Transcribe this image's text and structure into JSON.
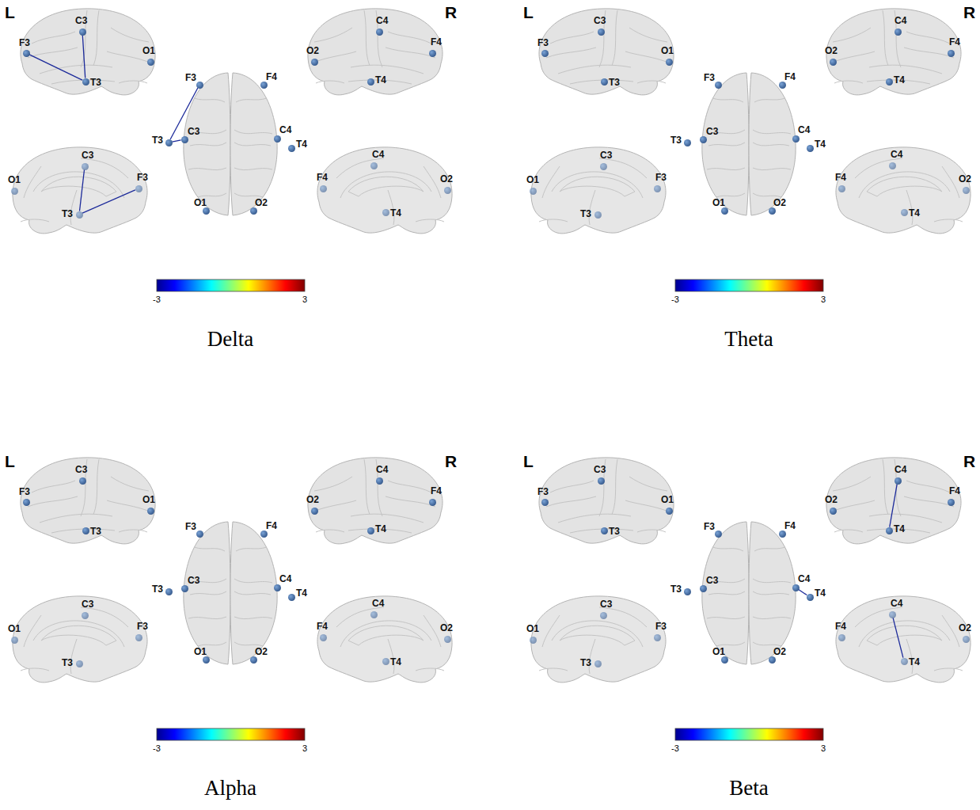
{
  "diagram": {
    "nodes": [
      {
        "text": [
          "F3"
        ]
      },
      {
        "text": [
          "C3"
        ]
      },
      {
        "text": [
          "T3"
        ]
      },
      {
        "text": [
          "O1"
        ]
      },
      {
        "text": [
          "F3"
        ]
      },
      {
        "text": [
          "F4"
        ]
      },
      {
        "text": [
          "T3"
        ]
      },
      {
        "text": [
          "C3"
        ]
      },
      {
        "text": [
          "C4"
        ]
      },
      {
        "text": [
          "T4"
        ]
      },
      {
        "text": [
          "O1"
        ]
      },
      {
        "text": [
          "O2"
        ]
      },
      {
        "text": [
          "C4"
        ]
      },
      {
        "text": [
          "O2"
        ]
      },
      {
        "text": [
          "F4"
        ]
      },
      {
        "text": [
          "T4"
        ]
      },
      {
        "text": [
          "C3"
        ]
      },
      {
        "text": [
          "O1"
        ]
      },
      {
        "text": [
          "F3"
        ]
      },
      {
        "text": [
          "T3"
        ]
      },
      {
        "text": [
          "C4"
        ]
      },
      {
        "text": [
          "F4"
        ]
      },
      {
        "text": [
          "O2"
        ]
      },
      {
        "text": [
          "T4"
        ]
      },
      {
        "text": [
          "F3"
        ]
      },
      {
        "text": [
          "C3"
        ]
      },
      {
        "text": [
          "T3"
        ]
      },
      {
        "text": [
          "O1"
        ]
      },
      {
        "text": [
          "F3"
        ]
      },
      {
        "text": [
          "F4"
        ]
      },
      {
        "text": [
          "T3"
        ]
      },
      {
        "text": [
          "C3"
        ]
      },
      {
        "text": [
          "C4"
        ]
      },
      {
        "text": [
          "T4"
        ]
      },
      {
        "text": [
          "O1"
        ]
      },
      {
        "text": [
          "O2"
        ]
      },
      {
        "text": [
          "C4"
        ]
      },
      {
        "text": [
          "O2"
        ]
      },
      {
        "text": [
          "F4"
        ]
      },
      {
        "text": [
          "T4"
        ]
      },
      {
        "text": [
          "C3"
        ]
      },
      {
        "text": [
          "O1"
        ]
      },
      {
        "text": [
          "F3"
        ]
      },
      {
        "text": [
          "T3"
        ]
      },
      {
        "text": [
          "C4"
        ]
      },
      {
        "text": [
          "F4"
        ]
      },
      {
        "text": [
          "O2"
        ]
      },
      {
        "text": [
          "T4"
        ]
      },
      {
        "text": [
          "F3"
        ]
      },
      {
        "text": [
          "C3"
        ]
      },
      {
        "text": [
          "T3"
        ]
      },
      {
        "text": [
          "O1"
        ]
      },
      {
        "text": [
          "F3"
        ]
      },
      {
        "text": [
          "F4"
        ]
      },
      {
        "text": [
          "T3"
        ]
      },
      {
        "text": [
          "C3"
        ]
      },
      {
        "text": [
          "C4"
        ]
      },
      {
        "text": [
          "T4"
        ]
      },
      {
        "text": [
          "O1"
        ]
      },
      {
        "text": [
          "O2"
        ]
      },
      {
        "text": [
          "C4"
        ]
      },
      {
        "text": [
          "O2"
        ]
      },
      {
        "text": [
          "F4"
        ]
      },
      {
        "text": [
          "T4"
        ]
      },
      {
        "text": [
          "C3"
        ]
      },
      {
        "text": [
          "O1"
        ]
      },
      {
        "text": [
          "F3"
        ]
      },
      {
        "text": [
          "T3"
        ]
      },
      {
        "text": [
          "C4"
        ]
      },
      {
        "text": [
          "F4"
        ]
      },
      {
        "text": [
          "O2"
        ]
      },
      {
        "text": [
          "T4"
        ]
      },
      {
        "text": [
          "F3"
        ]
      },
      {
        "text": [
          "C3"
        ]
      },
      {
        "text": [
          "T3"
        ]
      },
      {
        "text": [
          "O1"
        ]
      },
      {
        "text": [
          "F3"
        ]
      },
      {
        "text": [
          "F4"
        ]
      },
      {
        "text": [
          "T3"
        ]
      },
      {
        "text": [
          "C3"
        ]
      },
      {
        "text": [
          "C4"
        ]
      },
      {
        "text": [
          "T4"
        ]
      },
      {
        "text": [
          "O1"
        ]
      },
      {
        "text": [
          "O2"
        ]
      },
      {
        "text": [
          "C4"
        ]
      },
      {
        "text": [
          "O2"
        ]
      },
      {
        "text": [
          "F4"
        ]
      },
      {
        "text": [
          "T4"
        ]
      },
      {
        "text": [
          "C3"
        ]
      },
      {
        "text": [
          "O1"
        ]
      },
      {
        "text": [
          "F3"
        ]
      },
      {
        "text": [
          "T3"
        ]
      },
      {
        "text": [
          "C4"
        ]
      },
      {
        "text": [
          "F4"
        ]
      },
      {
        "text": [
          "O2"
        ]
      },
      {
        "text": [
          "T4"
        ]
      }
    ],
    "edges": [
      {
        "from": 0,
        "to": 2,
        "arrow": "none"
      },
      {
        "from": 1,
        "to": 2,
        "arrow": "none"
      },
      {
        "from": 4,
        "to": 6,
        "arrow": "none"
      },
      {
        "from": 7,
        "to": 6,
        "arrow": "none"
      },
      {
        "from": 18,
        "to": 19,
        "arrow": "none"
      },
      {
        "from": 16,
        "to": 19,
        "arrow": "none"
      },
      {
        "from": 84,
        "to": 87,
        "arrow": "none"
      },
      {
        "from": 80,
        "to": 81,
        "arrow": "none"
      },
      {
        "from": 92,
        "to": 95,
        "arrow": "none"
      }
    ],
    "labels": [
      "L",
      "R",
      "-3",
      "3",
      "Delta",
      "L",
      "R",
      "-3",
      "3",
      "Theta",
      "L",
      "R",
      "-3",
      "3",
      "Alpha",
      "L",
      "R",
      "-3",
      "3",
      "Beta"
    ]
  }
}
